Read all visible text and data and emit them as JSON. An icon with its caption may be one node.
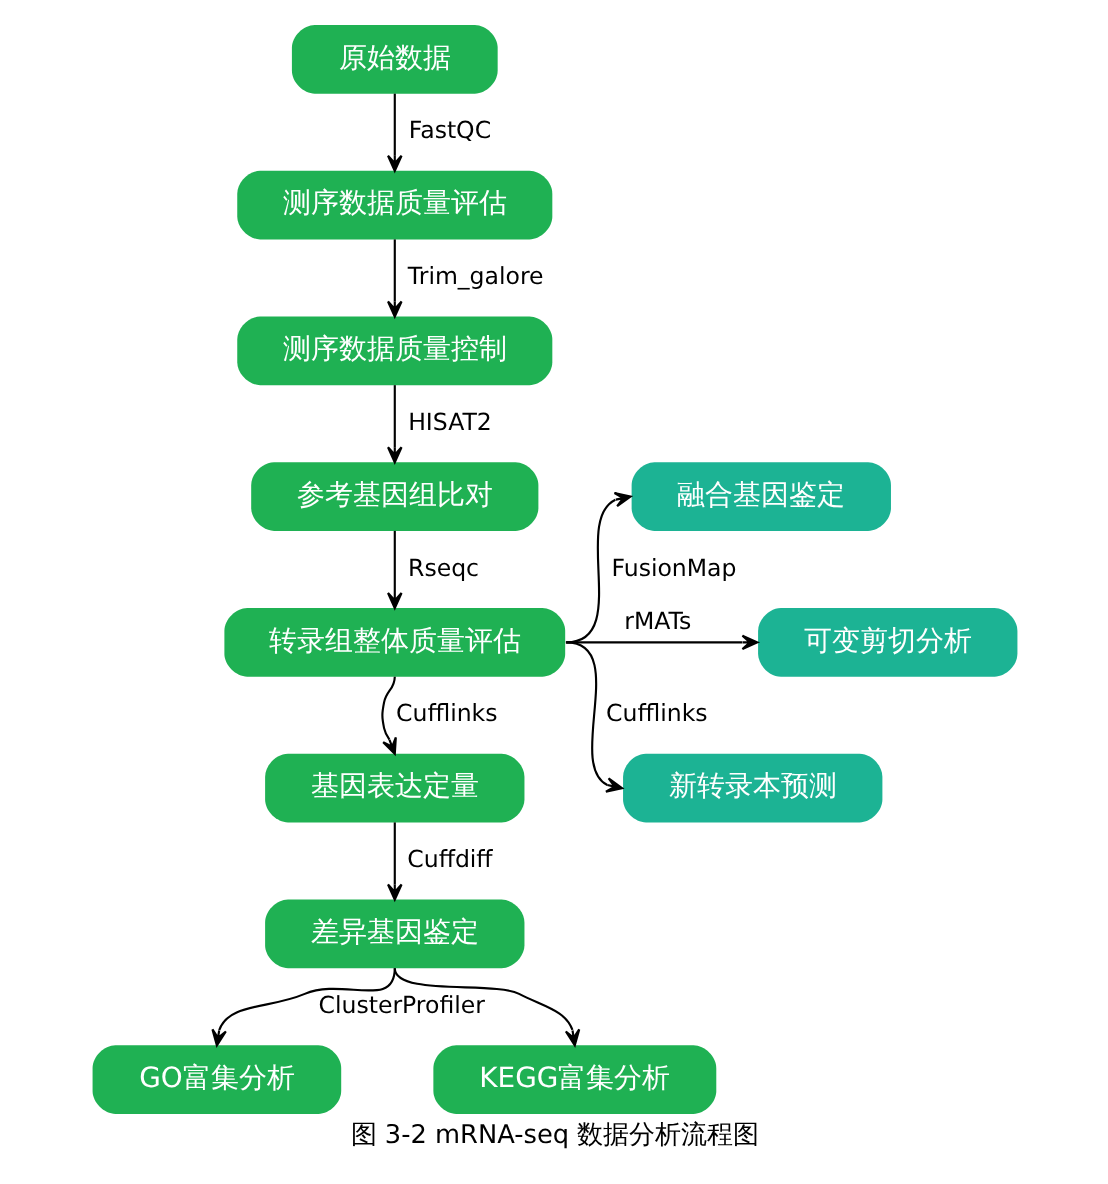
{
  "diagram": {
    "caption": "图 3-2 mRNA-seq 数据分析流程图",
    "nodes": [
      {
        "text": [
          "原始数据"
        ]
      },
      {
        "text": [
          "测序数据质量评估"
        ]
      },
      {
        "text": [
          "测序数据质量控制"
        ]
      },
      {
        "text": [
          "参考基因组比对"
        ]
      },
      {
        "text": [
          "融合基因鉴定"
        ]
      },
      {
        "text": [
          "转录组整体质量评估"
        ]
      },
      {
        "text": [
          "可变剪切分析"
        ]
      },
      {
        "text": [
          "基因表达定量"
        ]
      },
      {
        "text": [
          "新转录本预测"
        ]
      },
      {
        "text": [
          "差异基因鉴定"
        ]
      },
      {
        "text": [
          "GO富集分析"
        ]
      },
      {
        "text": [
          "KEGG富集分析"
        ]
      }
    ],
    "edges": [
      {
        "from": 0,
        "to": 1,
        "arrow": "to",
        "label": "FastQC"
      },
      {
        "from": 1,
        "to": 2,
        "arrow": "to",
        "label": "Trim_galore"
      },
      {
        "from": 2,
        "to": 3,
        "arrow": "to",
        "label": "HISAT2"
      },
      {
        "from": 3,
        "to": 5,
        "arrow": "to",
        "label": "Rseqc"
      },
      {
        "from": 5,
        "to": 7,
        "arrow": "to",
        "label": "Cufflinks"
      },
      {
        "from": 7,
        "to": 9,
        "arrow": "to",
        "label": "Cuffdiff"
      },
      {
        "from": 9,
        "to": 10,
        "arrow": "to",
        "label": "ClusterProfiler"
      },
      {
        "from": 9,
        "to": 11,
        "arrow": "to"
      },
      {
        "from": 5,
        "to": 4,
        "arrow": "to",
        "label": "FusionMap"
      },
      {
        "from": 5,
        "to": 6,
        "arrow": "to",
        "label": "rMATs"
      },
      {
        "from": 5,
        "to": 8,
        "arrow": "to",
        "label": "Cufflinks"
      }
    ]
  }
}
